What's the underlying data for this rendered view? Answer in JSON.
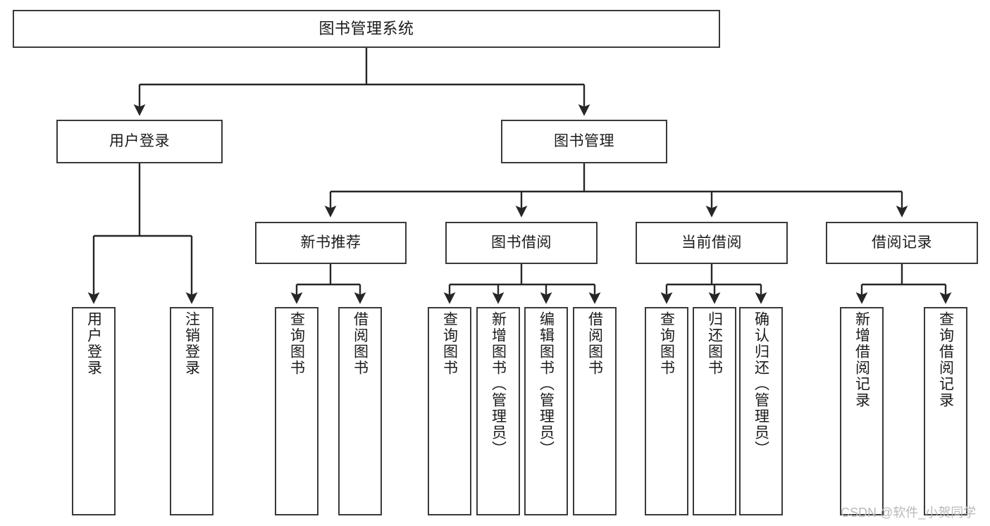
{
  "diagram": {
    "type": "tree",
    "title": "图书管理系统",
    "watermark": "CSDN @软件_小贺同学",
    "colors": {
      "box_border": "#3a3a3a",
      "box_fill": "#ffffff",
      "connector": "#262626",
      "text": "#1b1b1b",
      "watermark": "#b9b9b9",
      "background": "#ffffff"
    },
    "levels": {
      "root": {
        "label": "图书管理系统"
      },
      "level2": [
        {
          "label": "用户登录"
        },
        {
          "label": "图书管理"
        }
      ],
      "level3": [
        {
          "label": "新书推荐"
        },
        {
          "label": "图书借阅"
        },
        {
          "label": "当前借阅"
        },
        {
          "label": "借阅记录"
        }
      ],
      "leaves": {
        "user_login": [
          {
            "label": "用户登录"
          },
          {
            "label": "注销登录"
          }
        ],
        "new_book_recommend": [
          {
            "label": "查询图书"
          },
          {
            "label": "借阅图书"
          }
        ],
        "book_borrow": [
          {
            "label": "查询图书"
          },
          {
            "label": "新增图书（管理员）"
          },
          {
            "label": "编辑图书（管理员）"
          },
          {
            "label": "借阅图书"
          }
        ],
        "current_borrow": [
          {
            "label": "查询图书"
          },
          {
            "label": "归还图书"
          },
          {
            "label": "确认归还（管理员）"
          }
        ],
        "borrow_record": [
          {
            "label": "新增借阅记录"
          },
          {
            "label": "查询借阅记录"
          }
        ]
      }
    }
  }
}
